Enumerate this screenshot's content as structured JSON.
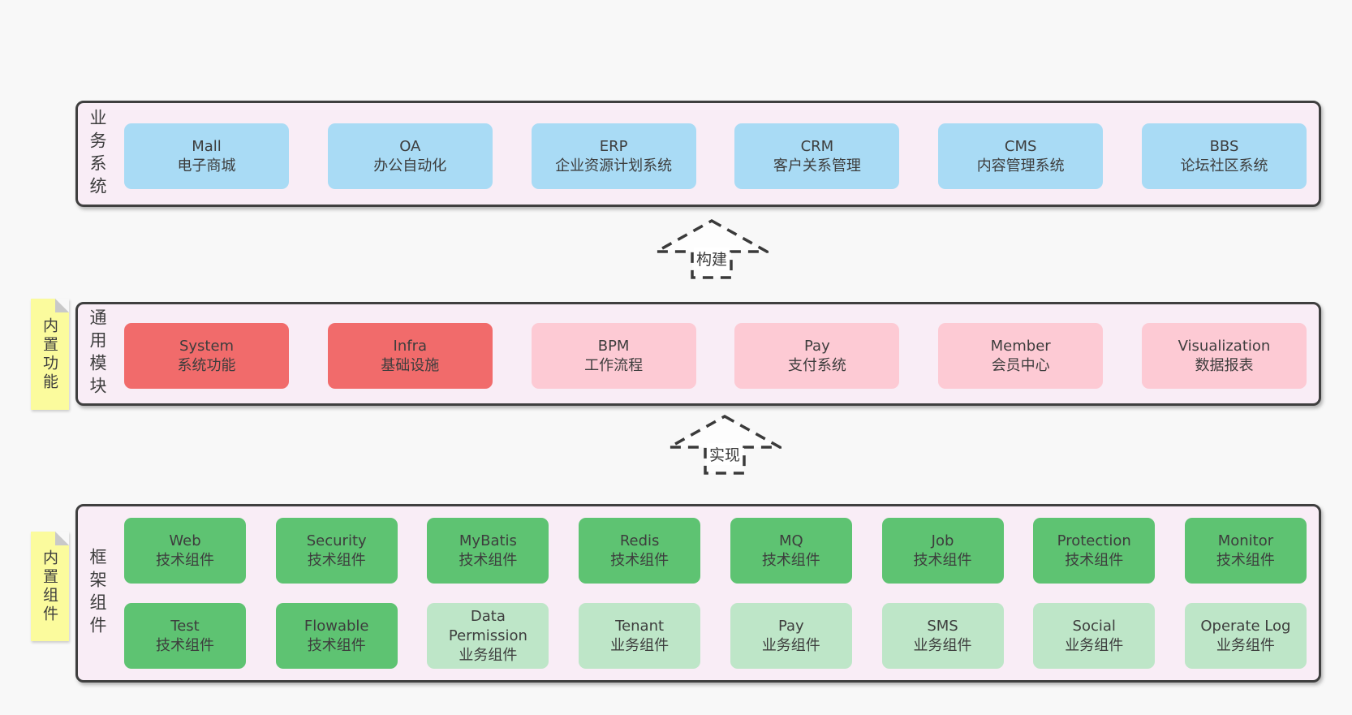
{
  "colors": {
    "page_bg": "#f8f8f8",
    "panel_bg": "#f9edf6",
    "panel_border": "#3f3f3f",
    "blue_box": "#a9dbf5",
    "red_box": "#f16b6b",
    "pink_box": "#fdcad4",
    "green_box": "#5ec372",
    "green_light_box": "#bee6c8",
    "sticky_yellow": "#fbfb9d",
    "sticky_fold": "#c9c9c9",
    "text": "#3d3d3d"
  },
  "arrows": [
    {
      "label": "构建"
    },
    {
      "label": "实现"
    }
  ],
  "sections": {
    "business": {
      "label": "业务系统",
      "items": [
        {
          "title": "Mall",
          "subtitle": "电子商城"
        },
        {
          "title": "OA",
          "subtitle": "办公自动化"
        },
        {
          "title": "ERP",
          "subtitle": "企业资源计划系统"
        },
        {
          "title": "CRM",
          "subtitle": "客户关系管理"
        },
        {
          "title": "CMS",
          "subtitle": "内容管理系统"
        },
        {
          "title": "BBS",
          "subtitle": "论坛社区系统"
        }
      ]
    },
    "modules": {
      "label": "通用模块",
      "sticky": "内置功能",
      "items": [
        {
          "title": "System",
          "subtitle": "系统功能",
          "variant": "red"
        },
        {
          "title": "Infra",
          "subtitle": "基础设施",
          "variant": "red"
        },
        {
          "title": "BPM",
          "subtitle": "工作流程",
          "variant": "pink"
        },
        {
          "title": "Pay",
          "subtitle": "支付系统",
          "variant": "pink"
        },
        {
          "title": "Member",
          "subtitle": "会员中心",
          "variant": "pink"
        },
        {
          "title": "Visualization",
          "subtitle": "数据报表",
          "variant": "pink"
        }
      ]
    },
    "components": {
      "label": "框架组件",
      "sticky": "内置组件",
      "row1": [
        {
          "title": "Web",
          "subtitle": "技术组件",
          "variant": "green"
        },
        {
          "title": "Security",
          "subtitle": "技术组件",
          "variant": "green"
        },
        {
          "title": "MyBatis",
          "subtitle": "技术组件",
          "variant": "green"
        },
        {
          "title": "Redis",
          "subtitle": "技术组件",
          "variant": "green"
        },
        {
          "title": "MQ",
          "subtitle": "技术组件",
          "variant": "green"
        },
        {
          "title": "Job",
          "subtitle": "技术组件",
          "variant": "green"
        },
        {
          "title": "Protection",
          "subtitle": "技术组件",
          "variant": "green"
        },
        {
          "title": "Monitor",
          "subtitle": "技术组件",
          "variant": "green"
        }
      ],
      "row2": [
        {
          "title": "Test",
          "subtitle": "技术组件",
          "variant": "green"
        },
        {
          "title": "Flowable",
          "subtitle": "技术组件",
          "variant": "green"
        },
        {
          "title": "Data Permission",
          "subtitle": "业务组件",
          "variant": "green-light"
        },
        {
          "title": "Tenant",
          "subtitle": "业务组件",
          "variant": "green-light"
        },
        {
          "title": "Pay",
          "subtitle": "业务组件",
          "variant": "green-light"
        },
        {
          "title": "SMS",
          "subtitle": "业务组件",
          "variant": "green-light"
        },
        {
          "title": "Social",
          "subtitle": "业务组件",
          "variant": "green-light"
        },
        {
          "title": "Operate Log",
          "subtitle": "业务组件",
          "variant": "green-light"
        }
      ]
    }
  }
}
